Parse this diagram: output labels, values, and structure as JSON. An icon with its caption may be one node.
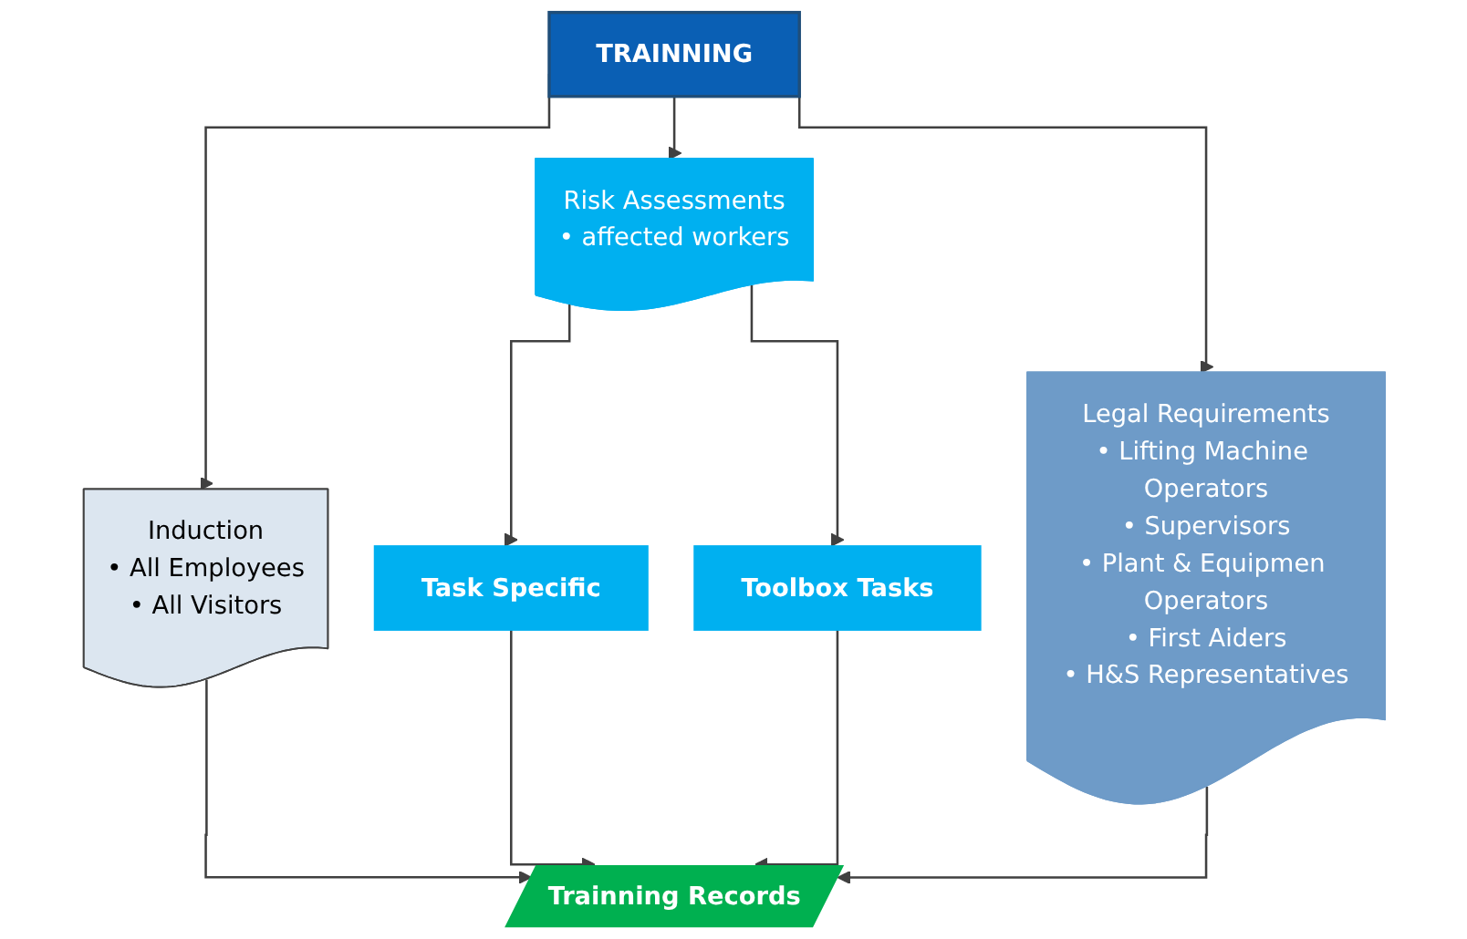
{
  "diagram": {
    "nodes": [
      {
        "text": [
          "TRAINNING"
        ]
      },
      {
        "text": [
          "Induction",
          "• All Employees",
          "• All Visitors"
        ]
      },
      {
        "text": [
          "Risk Assessments",
          "• affected workers"
        ]
      },
      {
        "text": [
          "Task Specific"
        ]
      },
      {
        "text": [
          "Toolbox Tasks"
        ]
      },
      {
        "text": [
          "Legal Requirements",
          "• Lifting Machine Operators",
          "• Supervisors",
          "• Plant & Equipmen Operators",
          "• First Aiders",
          "• H&S Representatives"
        ]
      },
      {
        "text": [
          "Trainning Records"
        ]
      }
    ],
    "edges": [
      {
        "from": 0,
        "to": 1,
        "arrow": "to"
      },
      {
        "from": 0,
        "to": 2,
        "arrow": "to"
      },
      {
        "from": 0,
        "to": 5,
        "arrow": "to"
      },
      {
        "from": 2,
        "to": 3,
        "arrow": "to"
      },
      {
        "from": 2,
        "to": 4,
        "arrow": "to"
      },
      {
        "from": 1,
        "to": 6,
        "arrow": "to"
      },
      {
        "from": 3,
        "to": 6,
        "arrow": "to"
      },
      {
        "from": 4,
        "to": 6,
        "arrow": "to"
      },
      {
        "from": 5,
        "to": 6,
        "arrow": "to"
      }
    ]
  }
}
